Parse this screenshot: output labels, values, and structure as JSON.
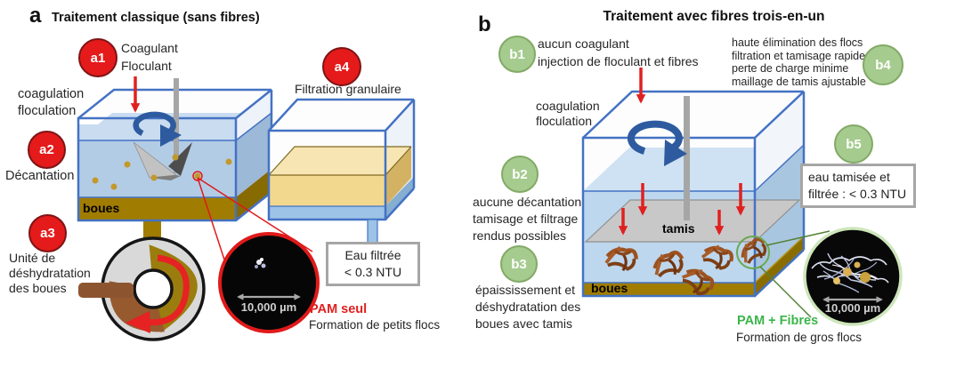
{
  "colors": {
    "frame_blue": "#4472c4",
    "badge_red": "#e51a1a",
    "badge_green": "#a5cb8e",
    "pam_red": "#e02020",
    "pam_green": "#3bb54a",
    "sludge": "#a07c00"
  },
  "panel_a": {
    "letter": "a",
    "title": "Traitement classique (sans fibres)",
    "badges": [
      {
        "id": "a1",
        "label": "Coagulant\nFloculant"
      },
      {
        "id": "a2",
        "label": "Décantation"
      },
      {
        "id": "a3",
        "label": "Unité de\ndéshydratation\ndes boues"
      },
      {
        "id": "a4",
        "label": "Filtration granulaire"
      }
    ],
    "tank_label": "coagulation\nfloculation",
    "sludge_label": "boues",
    "output_box": "Eau filtrée\n< 0.3 NTU",
    "scale_label": "10,000 µm",
    "floc_title": "PAM seul",
    "floc_caption": "Formation de petits flocs"
  },
  "panel_b": {
    "letter": "b",
    "title": "Traitement avec fibres trois-en-un",
    "badges": [
      {
        "id": "b1",
        "label": "aucun coagulant\ninjection de floculant et fibres"
      },
      {
        "id": "b2",
        "label": "aucune décantation\ntamisage et filtrage\nrendus possibles"
      },
      {
        "id": "b3",
        "label": "épaississement et\ndéshydratation des\nboues avec tamis"
      },
      {
        "id": "b4",
        "label": "haute élimination des flocs\nfiltration et tamisage rapides\nperte de charge minime\nmaillage de tamis ajustable"
      },
      {
        "id": "b5",
        "label": ""
      }
    ],
    "tank_label": "coagulation\nfloculation",
    "sieve_label": "tamis",
    "sludge_label": "boues",
    "output_box": "eau tamisée et\nfiltrée : < 0.3 NTU",
    "scale_label": "10,000 µm",
    "floc_title": "PAM + Fibres",
    "floc_caption": "Formation de gros flocs"
  }
}
